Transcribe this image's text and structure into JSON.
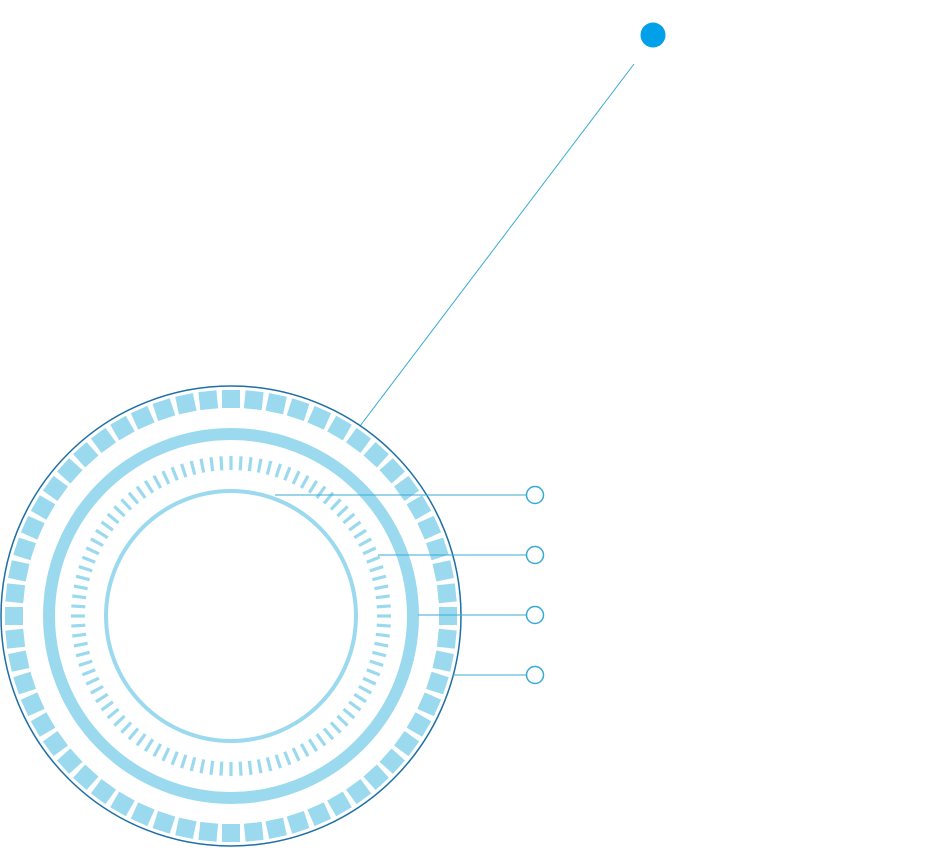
{
  "colors": {
    "background": "#ffffff",
    "ring_light": "#9bd9ee",
    "outline_dark": "#1d6fa5",
    "leader_line": "#38abd3",
    "accent_dot": "#00a1e8",
    "callout_marker": "#38abd3"
  },
  "diagram": {
    "callout_markers": 4,
    "outer_ticks": 60,
    "inner_ticks": 100,
    "accent_dot": true
  }
}
